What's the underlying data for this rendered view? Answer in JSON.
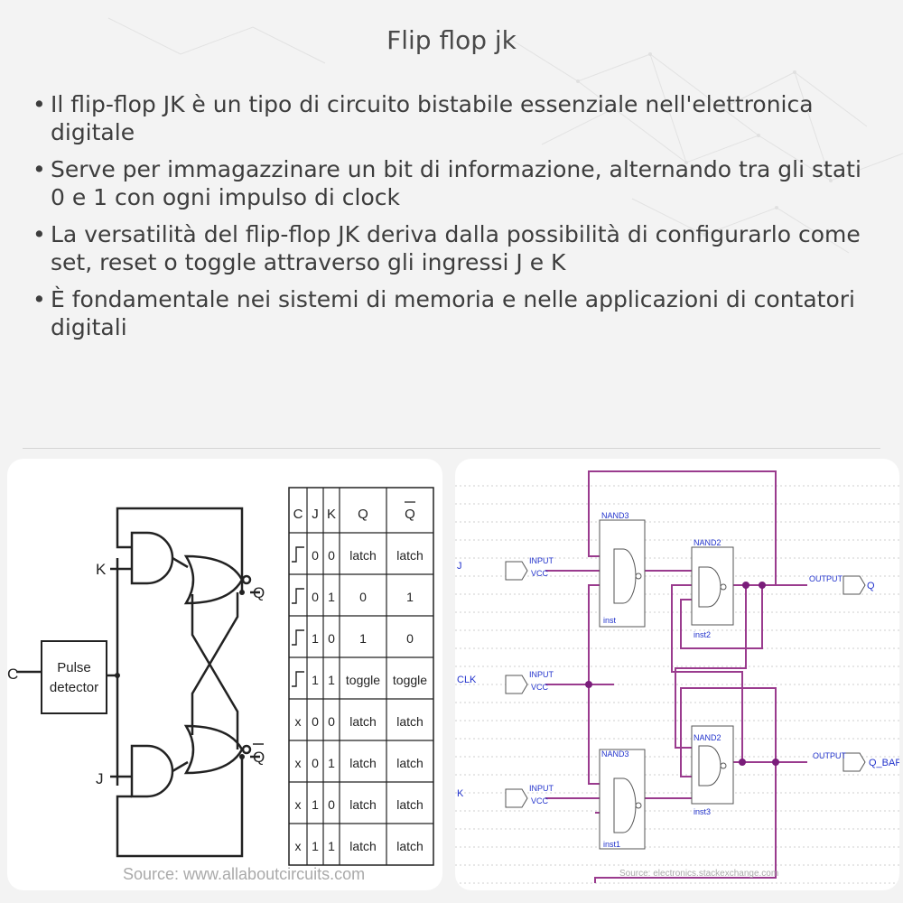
{
  "title": "Flip flop jk",
  "bullets": [
    "Il flip-flop JK è un tipo di circuito bistabile essenziale nell'elettronica digitale",
    "Serve per immagazzinare un bit di informazione, alternando tra gli stati 0 e 1 con ogni impulso di clock",
    "La versatilità del flip-flop JK deriva dalla possibilità di configurarlo come set, reset o toggle attraverso gli ingressi J e K",
    "È fondamentale nei sistemi di memoria e nelle applicazioni di contatori digitali"
  ],
  "left_figure": {
    "labels": {
      "k": "K",
      "j": "J",
      "c": "C",
      "q": "Q",
      "qbar": "Q",
      "pulse_line1": "Pulse",
      "pulse_line2": "detector"
    },
    "table": {
      "headers": [
        "C",
        "J",
        "K",
        "Q",
        "Q"
      ],
      "rows": [
        [
          "",
          "0",
          "0",
          "latch",
          "latch"
        ],
        [
          "",
          "0",
          "1",
          "0",
          "1"
        ],
        [
          "",
          "1",
          "0",
          "1",
          "0"
        ],
        [
          "",
          "1",
          "1",
          "toggle",
          "toggle"
        ],
        [
          "x",
          "0",
          "0",
          "latch",
          "latch"
        ],
        [
          "x",
          "0",
          "1",
          "latch",
          "latch"
        ],
        [
          "x",
          "1",
          "0",
          "latch",
          "latch"
        ],
        [
          "x",
          "1",
          "1",
          "latch",
          "latch"
        ]
      ]
    },
    "source": "Source: www.allaboutcircuits.com"
  },
  "right_figure": {
    "inputs": [
      "J",
      "CLK",
      "K"
    ],
    "input_pin": "INPUT",
    "vcc": "VCC",
    "output_pin": "OUTPUT",
    "outputs": [
      "Q",
      "Q_BAR"
    ],
    "gates": [
      {
        "type": "NAND3",
        "inst": "inst"
      },
      {
        "type": "NAND2",
        "inst": "inst2"
      },
      {
        "type": "NAND3",
        "inst": "inst1"
      },
      {
        "type": "NAND2",
        "inst": "inst3"
      }
    ],
    "source": "Source: electronics.stackexchange.com"
  },
  "colors": {
    "wire_purple": "#9a3b8e",
    "label_blue": "#2233cc",
    "dot_purple": "#7a1d7a",
    "text": "#3d3d3d"
  }
}
